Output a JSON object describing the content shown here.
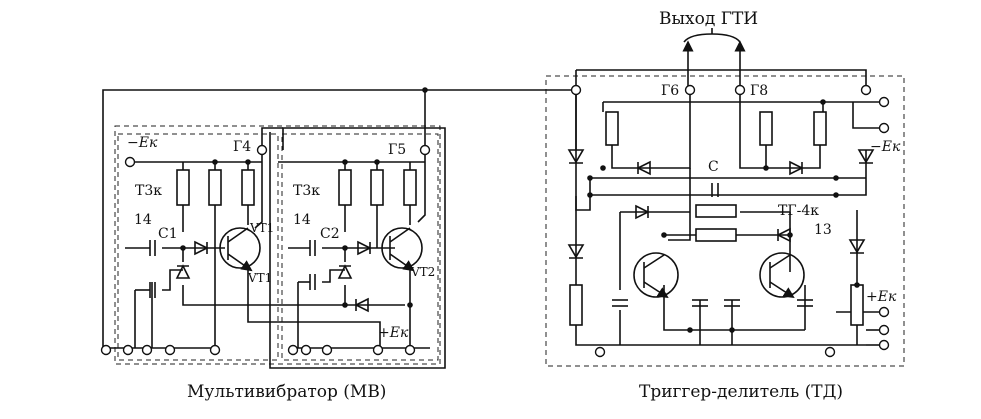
{
  "labels": {
    "output": "Выход ГТИ",
    "mv_caption": "Мультивибратор (МВ)",
    "td_caption": "Триггер-делитель (ТД)",
    "minus_ek_left": "−Eк",
    "minus_ek_right": "−Eк",
    "plus_ek_mid": "+Eк",
    "plus_ek_right": "+Eк",
    "g4": "Г4",
    "g5": "Г5",
    "g6": "Г6",
    "g8": "Г8",
    "t3k_1": "Т3к",
    "t3k_2": "Т3к",
    "n14_1": "14",
    "n14_2": "14",
    "n13": "13",
    "c1": "C1",
    "c2": "C2",
    "c": "C",
    "vt1_top": "VT1",
    "vt1_bot": "VT1",
    "vt2": "VT2",
    "tg4k": "ТГ-4к"
  }
}
